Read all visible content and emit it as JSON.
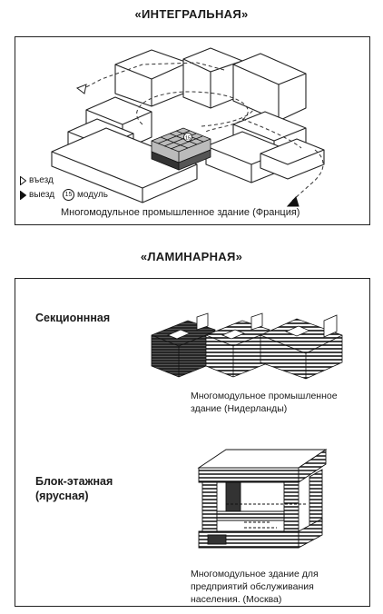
{
  "integral": {
    "title": "«ИНТЕГРАЛЬНАЯ»",
    "legend": {
      "entry": "въезд",
      "exit": "выезд",
      "module_number": "15",
      "module": "модуль"
    },
    "caption": "Многомодульное промышленное здание (Франция)"
  },
  "laminar": {
    "title": "«ЛАМИНАРНАЯ»",
    "sectional": {
      "label": "Секционнная",
      "caption_line1": "Многомодульное промышленное",
      "caption_line2": "здание (Нидерланды)"
    },
    "block_tier": {
      "label_line1": "Блок-этажная",
      "label_line2": "(ярусная)",
      "caption_line1": "Многомодульное здание для",
      "caption_line2": "предприятий обслуживания",
      "caption_line3": "населения. (Москва)"
    }
  }
}
